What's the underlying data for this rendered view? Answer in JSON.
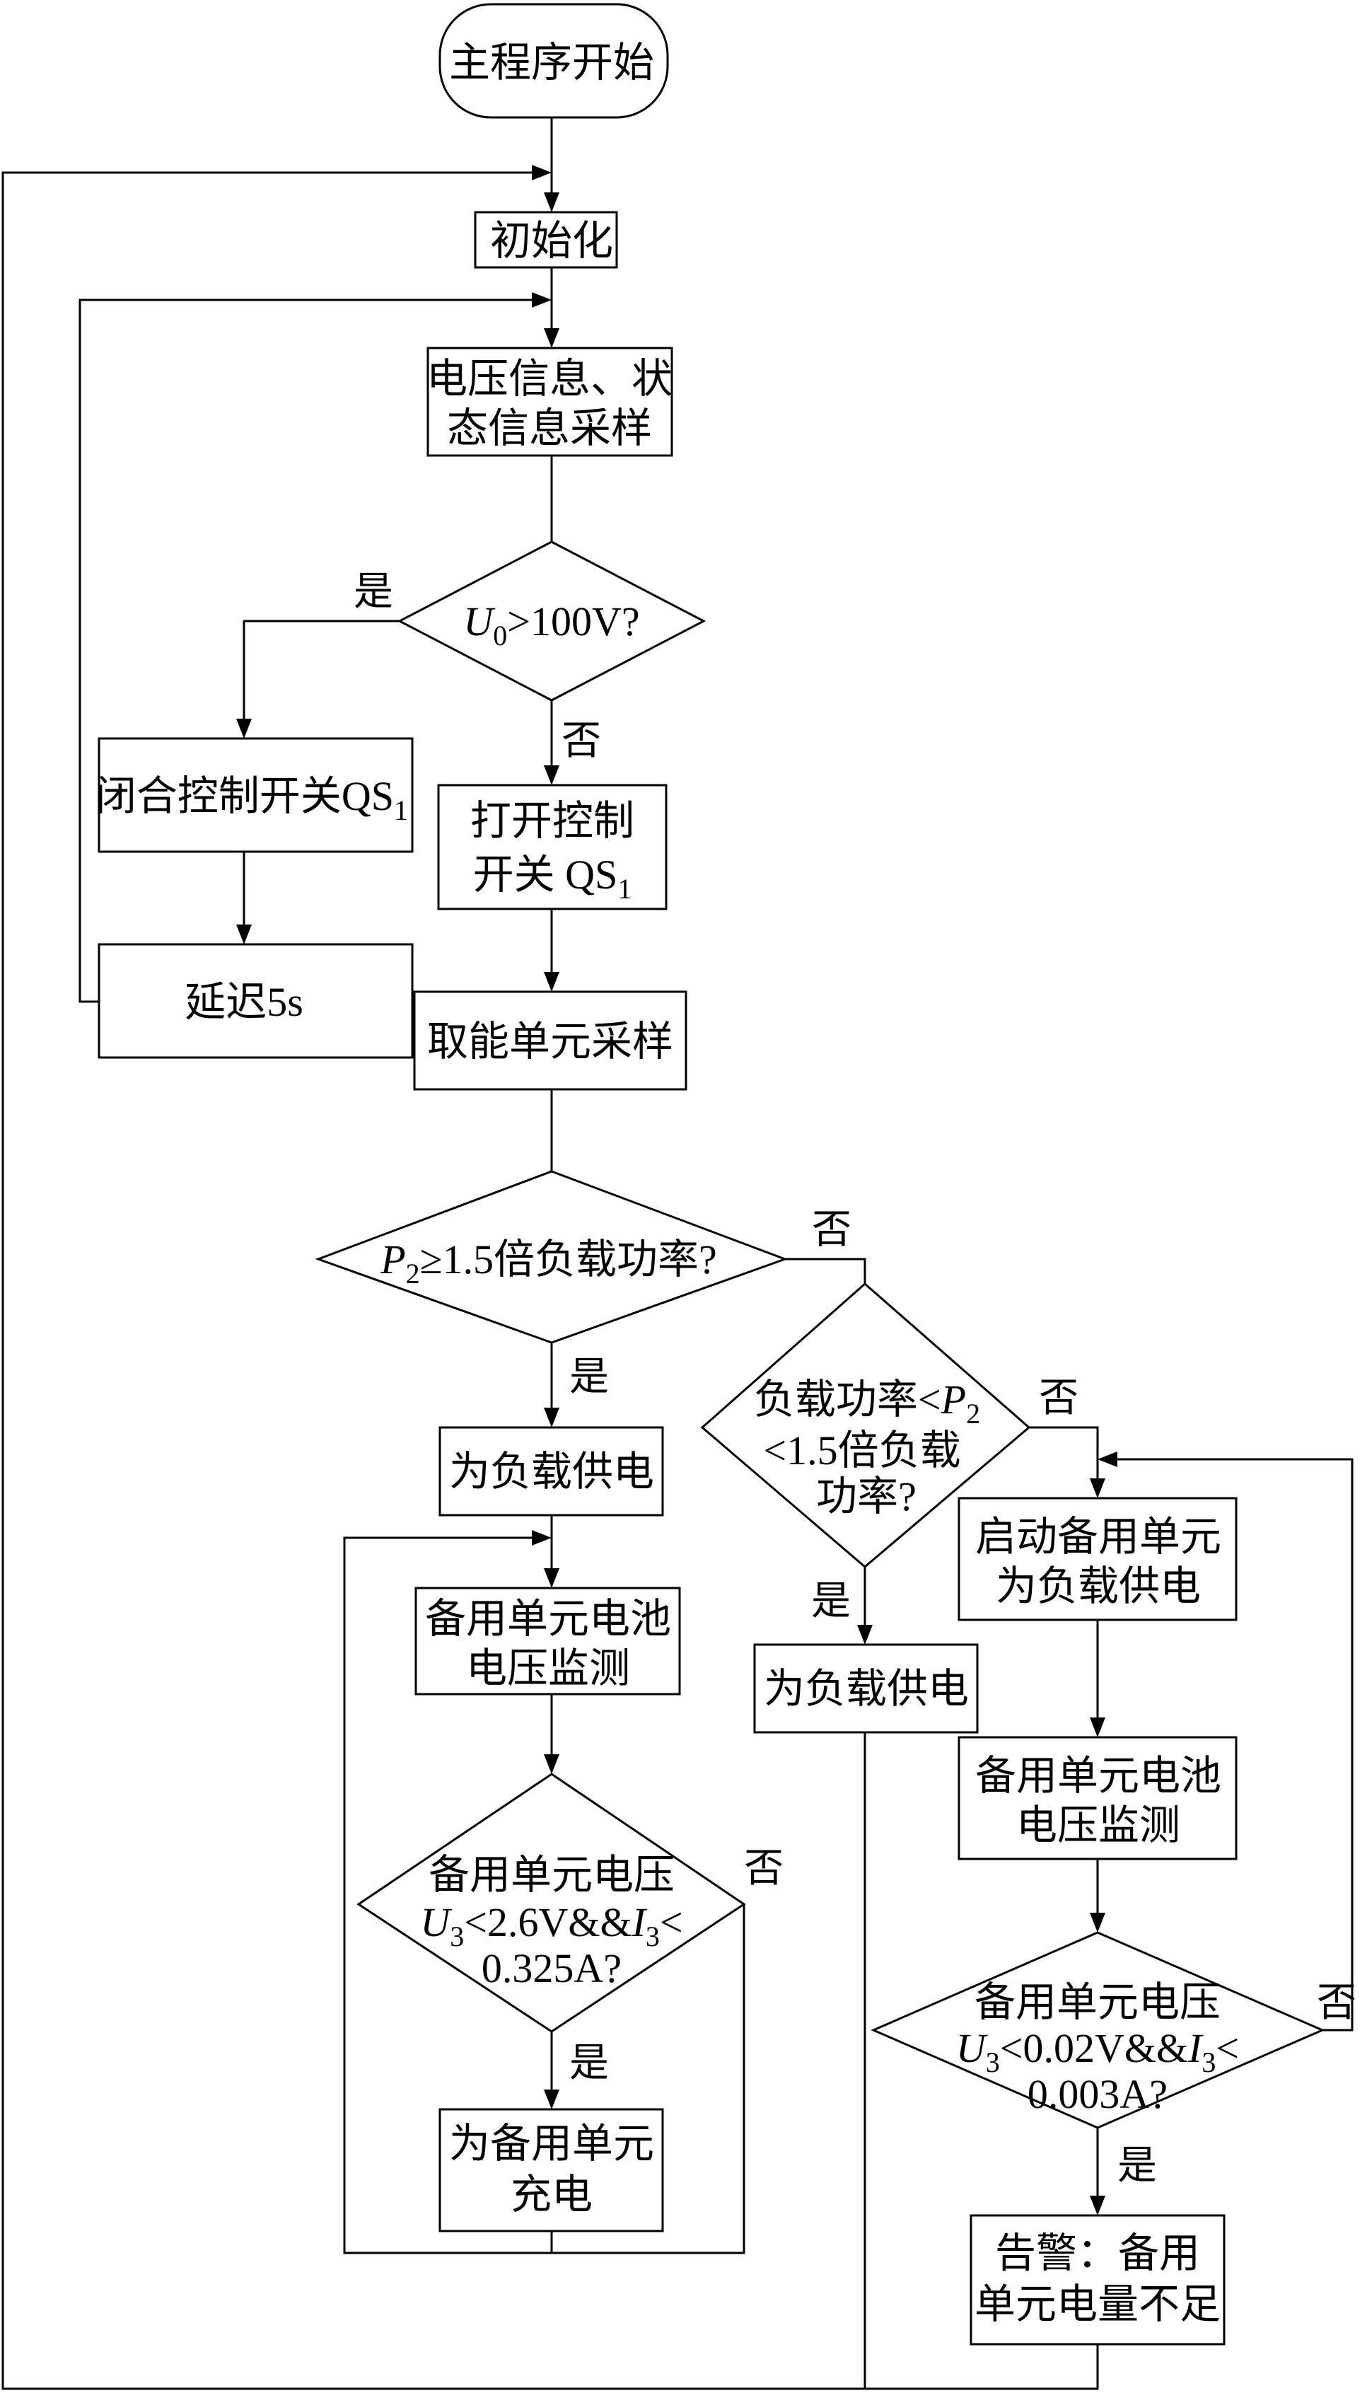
{
  "nodes": {
    "start": "主程序开始",
    "init": "初始化",
    "sample": [
      "电压信息、状",
      "态信息采样"
    ],
    "d1": {
      "var": "U",
      "sub": "0",
      "rest": ">100V?"
    },
    "close_qs": {
      "text": "闭合控制开关QS",
      "sub": "1"
    },
    "delay": "延迟5s",
    "open_qs": {
      "line1": "打开控制",
      "line2": "开关 QS",
      "sub": "1"
    },
    "harvest": "取能单元采样",
    "d2": {
      "var": "P",
      "sub": "2",
      "rest": "≥1.5倍负载功率?"
    },
    "supply_left": "为负载供电",
    "monitor_left": [
      "备用单元电池",
      "电压监测"
    ],
    "d4": {
      "line1": "备用单元电压",
      "u": "U",
      "usub": "3",
      "mid": "<2.6V&&",
      "i": "I",
      "isub": "3",
      "tail": "<",
      "line3": "0.325A?"
    },
    "charge": [
      "为备用单元",
      "充电"
    ],
    "d3": {
      "pre": "负载功率<",
      "var": "P",
      "sub": "2",
      "line2": "<1.5倍负载",
      "line3": "功率?"
    },
    "supply_mid": "为负载供电",
    "start_backup": [
      "启动备用单元",
      "为负载供电"
    ],
    "monitor_right": [
      "备用单元电池",
      "电压监测"
    ],
    "d5": {
      "line1": "备用单元电压",
      "u": "U",
      "usub": "3",
      "mid": "<0.02V&&",
      "i": "I",
      "isub": "3",
      "tail": "<",
      "line3": "0.003A?"
    },
    "alarm": [
      "告警：备用",
      "单元电量不足"
    ]
  },
  "labels": {
    "yes": "是",
    "no": "否"
  }
}
